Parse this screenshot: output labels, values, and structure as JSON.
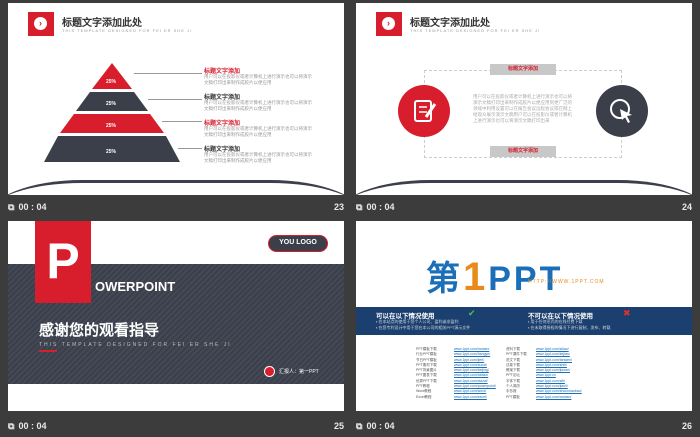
{
  "slides": [
    {
      "number": "23",
      "duration": "00 : 04",
      "header_title": "标题文字添加此处",
      "header_sub": "THIS TEMPLATE DESIGNED FOR FEI ER SHE JI",
      "pyramid_levels": [
        "25%",
        "25%",
        "25%",
        "25%"
      ],
      "items": [
        {
          "title": "标题文字添加",
          "body": "用户可以在投影仪或者计算机上进行演示也可以将演示文稿打印出来制作成胶片以便应用"
        },
        {
          "title": "标题文字添加",
          "body": "用户可以在投影仪或者计算机上进行演示也可以将演示文稿打印出来制作成胶片以便应用"
        },
        {
          "title": "标题文字添加",
          "body": "用户可以在投影仪或者计算机上进行演示也可以将演示文稿打印出来制作成胶片以便应用"
        },
        {
          "title": "标题文字添加",
          "body": "用户可以在投影仪或者计算机上进行演示也可以将演示文稿打印出来制作成胶片以便应用"
        }
      ]
    },
    {
      "number": "24",
      "duration": "00 : 04",
      "header_title": "标题文字添加此处",
      "header_sub": "THIS TEMPLATE DESIGNED FOR FEI ER SHE JI",
      "tag_top": "标题文字添加",
      "tag_bottom": "标题文字添加",
      "body": "用户可以在投影仪或者计算机上进行演示也可以将演示文稿打印出来制作成胶片以便应用到更广泛的领域中利用设置可以在报告会议远程会议或在网上给观众展示演示文稿用户可以在投影仪或者计算机上进行演示也可以将演示文稿打印出来"
    },
    {
      "number": "25",
      "duration": "00 : 04",
      "p_letter": "P",
      "brand": "OWERPOINT",
      "logo": "YOU LOGO",
      "title": "感谢您的观看指导",
      "sub": "THIS TEMPLATE DESIGNED FOR FEI ER SHE JI",
      "reporter": "汇报人：第一PPT"
    },
    {
      "number": "26",
      "duration": "00 : 04",
      "logo_a": "第",
      "logo_b": "1",
      "logo_c": "PPT",
      "url": "HTTP://WWW.1PPT.COM",
      "can_title": "可以在以下情况使用",
      "can_lines": [
        "▪ 在本站点的使用于您个人公司、盈利或非盈利",
        "▪ 在您专利设计中用于您在本公司的相关PPT演示文件"
      ],
      "cannot_title": "不可以在以下情况使用",
      "cannot_lines": [
        "▪ 用于任何形式的在线付费下载",
        "▪ 在未取得授权的情况下进行复制、发布、转载"
      ],
      "links_left": [
        "PPT模板下载",
        "行业PPT模板",
        "节日PPT模板",
        "PPT素材下载",
        "PPT背景图片",
        "PPT图表下载",
        "优秀PPT下载",
        "PPT教程",
        "Word教程",
        "Excel教程"
      ],
      "links_right": [
        "资料下载",
        "PPT课件下载",
        "范文下载",
        "试卷下载",
        "教案下载",
        "PPT论坛",
        "字体下载",
        "个人简历",
        "手抄报",
        "PPT模板"
      ]
    }
  ],
  "colors": {
    "accent": "#d81e2c",
    "dark": "#3b3f4a",
    "background": "#3c3c3c"
  }
}
